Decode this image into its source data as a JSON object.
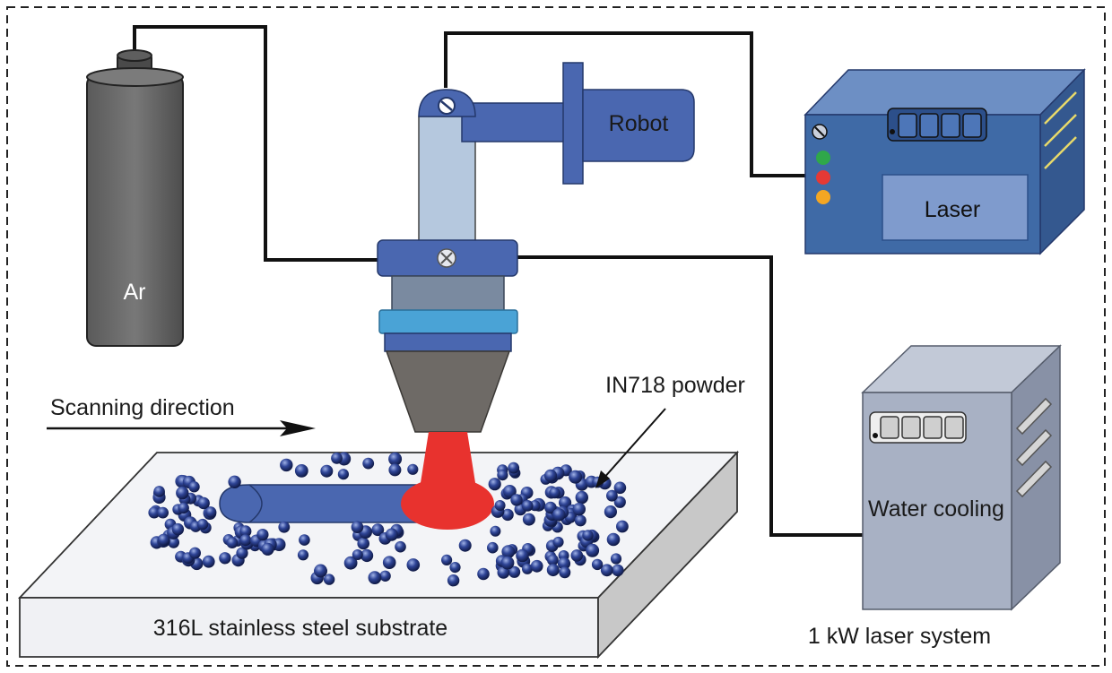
{
  "labels": {
    "ar": "Ar",
    "robot": "Robot",
    "laser": "Laser",
    "water_cooling": "Water cooling",
    "laser_system": "1 kW laser system",
    "scanning_direction": "Scanning direction",
    "powder": "IN718 powder",
    "substrate": "316L stainless steel substrate"
  },
  "colors": {
    "cylinder": "#6b6b6b",
    "robot": "#4a67b0",
    "arm_light": "#b5c8de",
    "laser_box": "#3f6aa6",
    "laser_screen": "#7f9bcd",
    "water_box": "#a8b1c4",
    "beam": "#e8322e",
    "nozzle_cone": "#6e6a66",
    "nozzle_ring": "#4aa3d6",
    "powder": "#2a3e8c",
    "substrate_top": "#f3f4f7",
    "substrate_side": "#c8c8c8",
    "led_green": "#2fa84a",
    "led_red": "#e53935",
    "led_amber": "#f4a623"
  },
  "icons": [
    "gas-cylinder-icon",
    "robot-arm-icon",
    "laser-unit-icon",
    "water-cooler-icon",
    "nozzle-icon",
    "powder-particle-icon"
  ]
}
